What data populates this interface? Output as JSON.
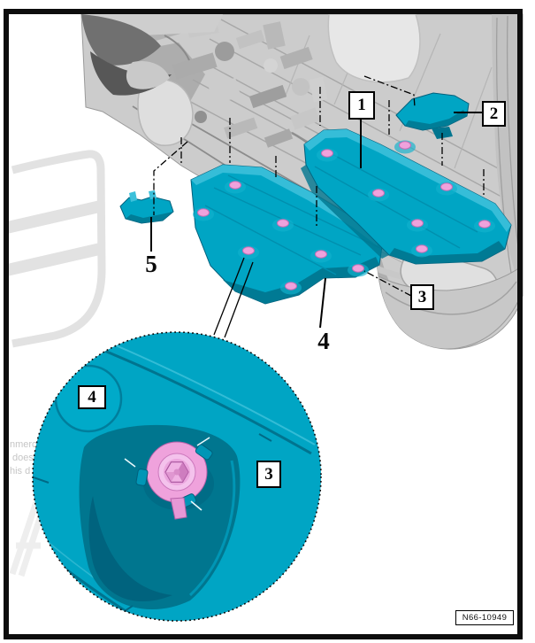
{
  "figure": {
    "code_label": "N66-10949",
    "callouts": {
      "main": [
        {
          "label": "1",
          "boxed": true,
          "target": "rear trim panel right"
        },
        {
          "label": "2",
          "boxed": true,
          "target": "small bracket rear right"
        },
        {
          "label": "3",
          "boxed": true,
          "target": "fastener screw"
        },
        {
          "label": "4",
          "boxed": false,
          "target": "rear trim panel left"
        },
        {
          "label": "5",
          "boxed": false,
          "target": "small bracket front left"
        }
      ],
      "detail": [
        {
          "label": "4",
          "boxed": true,
          "target": "trim panel surface"
        },
        {
          "label": "3",
          "boxed": true,
          "target": "bayonet fastener"
        }
      ]
    },
    "watermark": {
      "fragments": [
        "nmerc",
        "does",
        "his d"
      ]
    },
    "colors": {
      "panel_cyan": "#00a5c4",
      "panel_cyan_dark": "#00758f",
      "panel_cyan_light": "#3cc0da",
      "panel_cyan_deep": "#00607c",
      "fastener_pink": "#efa2dc",
      "fastener_pink_dark": "#c46cb4",
      "fastener_pink_light": "#f4c2ec",
      "body_gray": "#cccccc",
      "frame_black": "#0d0d0d"
    }
  }
}
